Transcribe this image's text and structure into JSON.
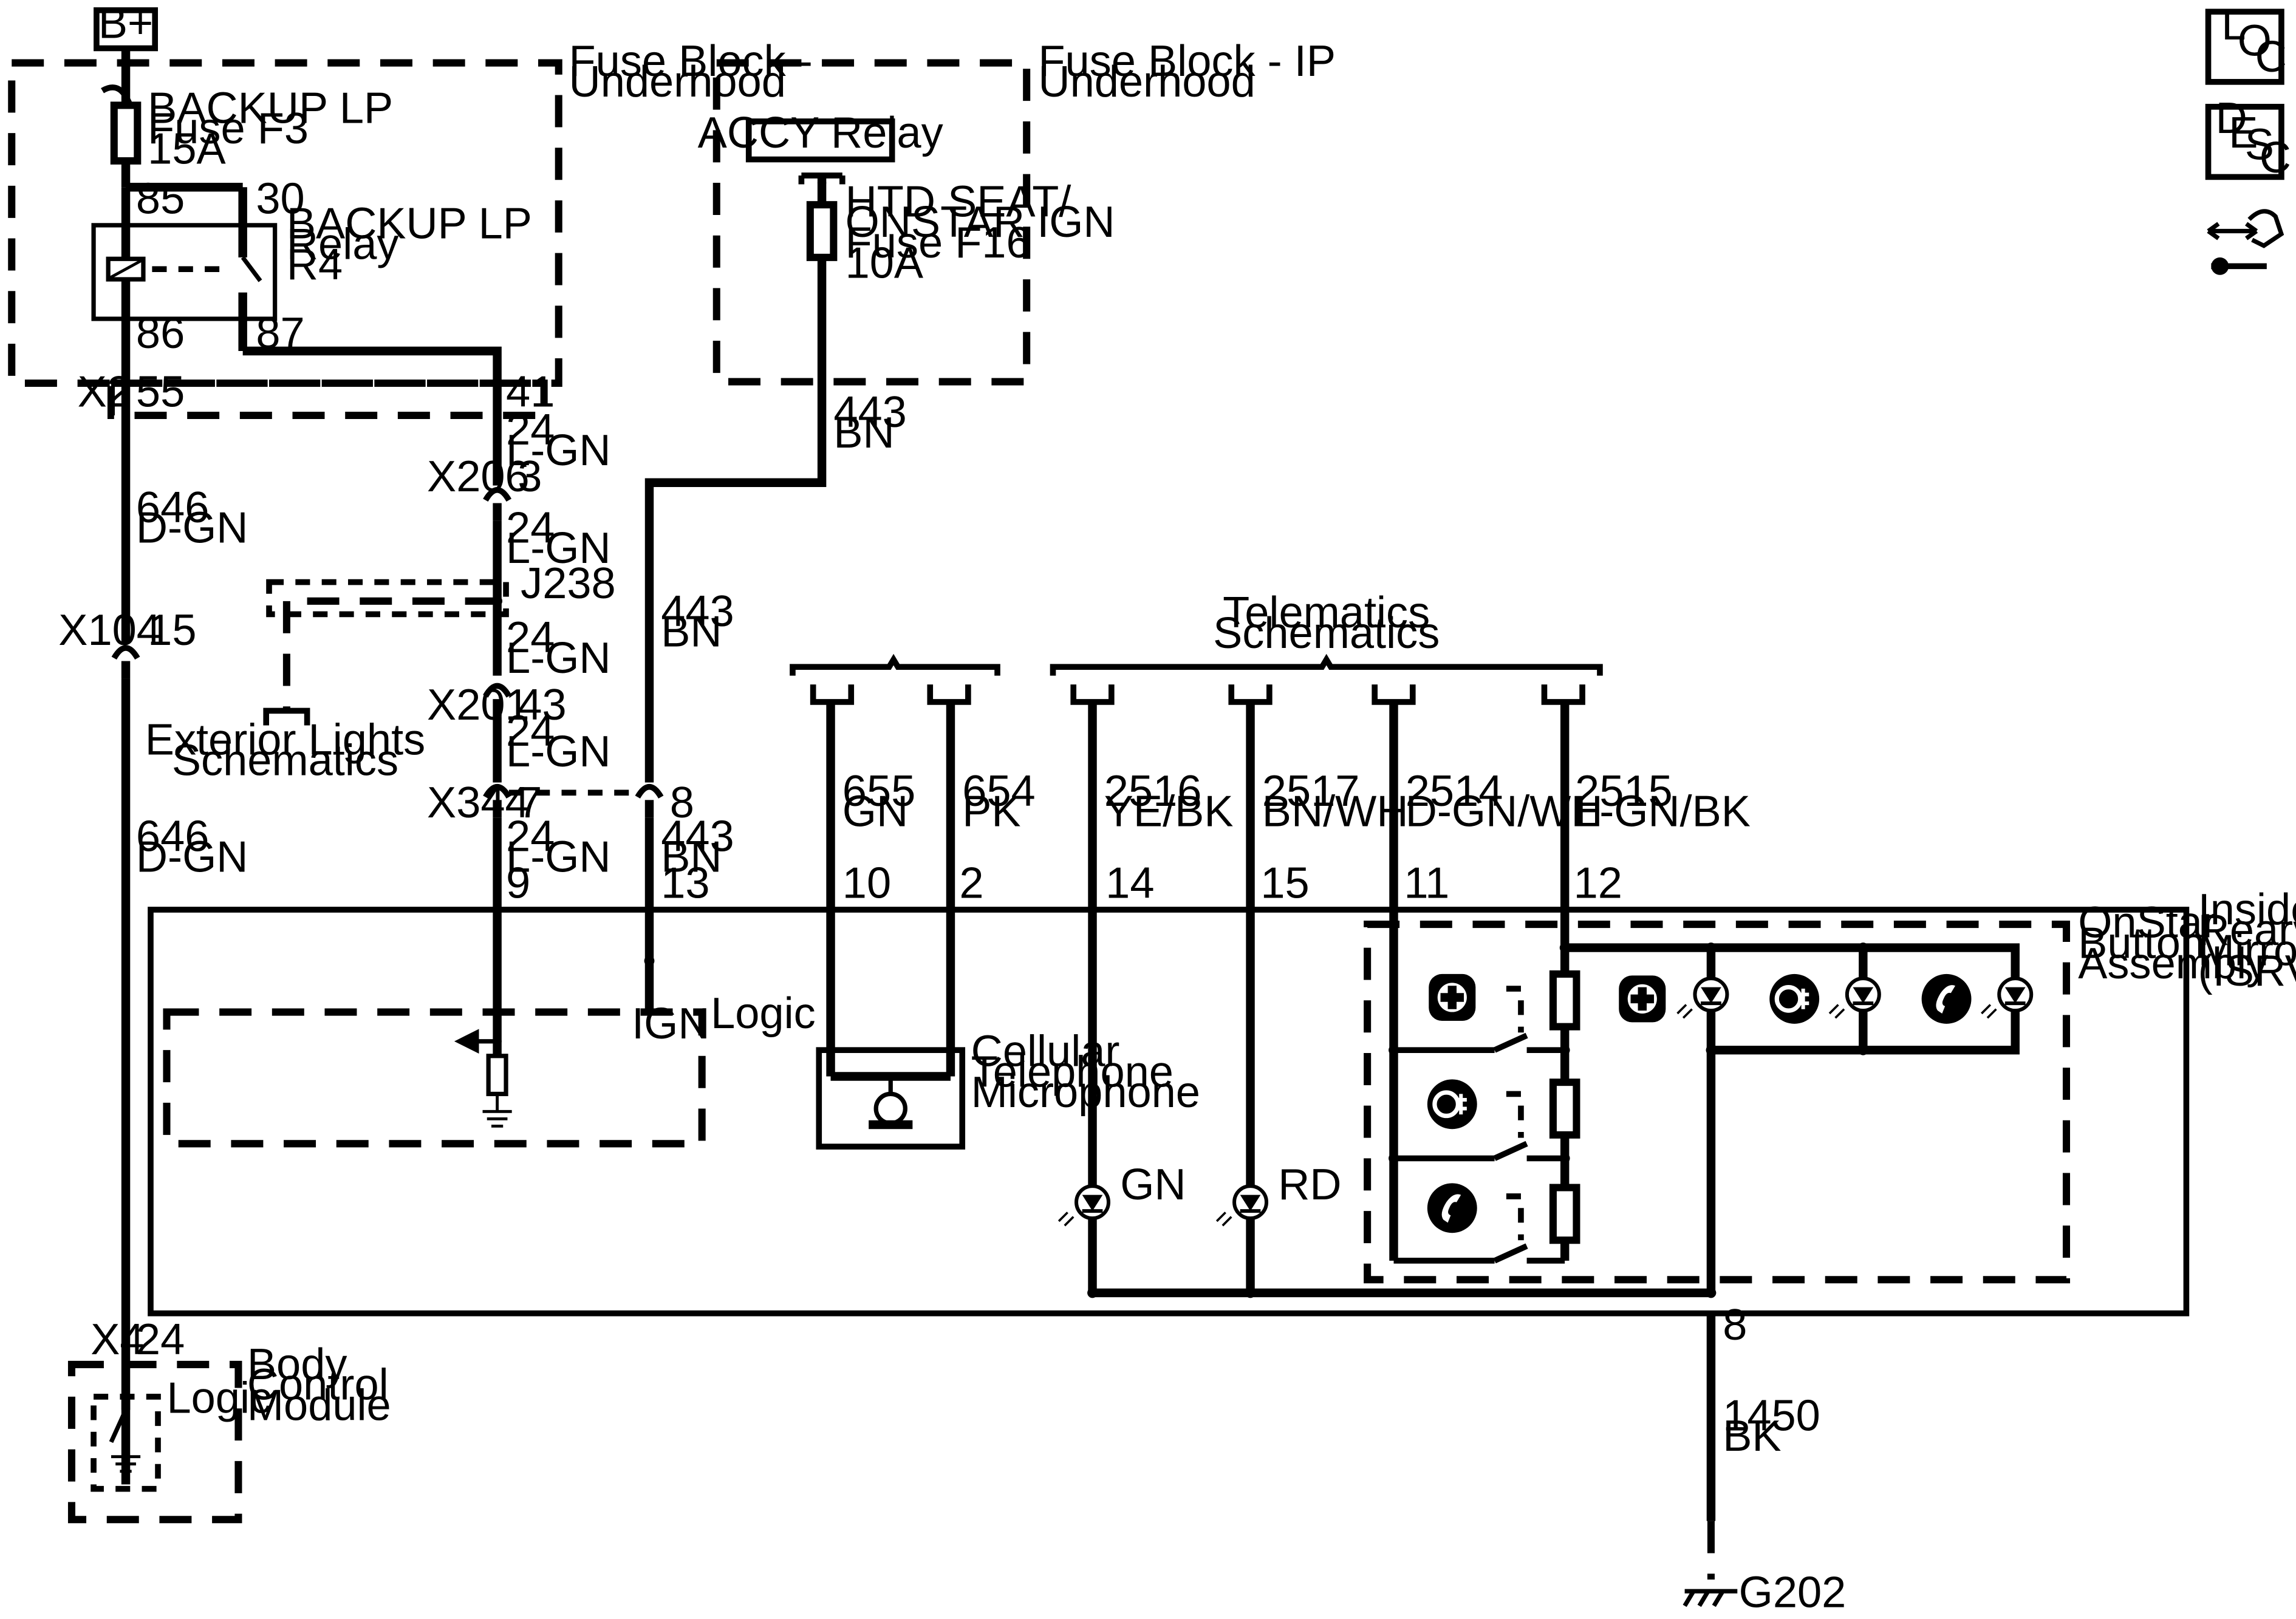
{
  "power": {
    "source": "B+"
  },
  "icons": {
    "loc": [
      "L",
      "O",
      "C"
    ],
    "desc": [
      "D",
      "E",
      "S",
      "C"
    ]
  },
  "fuse_block_underhood": {
    "label": [
      "Fuse Block -",
      "Underhood"
    ],
    "fuse_lines": [
      "BACKUP LP",
      "Fuse F3",
      "15A"
    ],
    "relay_lines": [
      "BACKUP LP",
      "Relay",
      "R4"
    ],
    "pins": {
      "p85": "85",
      "p30": "30",
      "p86": "86",
      "p87": "87"
    }
  },
  "fuse_block_ip": {
    "label": [
      "Fuse Block - IP",
      "Underhood"
    ],
    "relay": "ACCY Relay",
    "fuse_lines": [
      "HTD SEAT/",
      "ONSTAR IGN",
      "Fuse F16",
      "10A"
    ]
  },
  "connectors": {
    "x2": {
      "name": "X2",
      "left": "55",
      "right": "41"
    },
    "x206": {
      "name": "X206",
      "pin": "3"
    },
    "j238": {
      "name": "J238"
    },
    "x201": {
      "name": "X201",
      "pin": "43"
    },
    "x344": {
      "name": "X344",
      "left": "7",
      "right": "8"
    },
    "x104": {
      "name": "X104",
      "pin": "15"
    },
    "x4": {
      "name": "X4",
      "pin": "24"
    }
  },
  "wires": {
    "w646a": [
      "646",
      "D-GN"
    ],
    "w646b": [
      "646",
      "D-GN"
    ],
    "w24a": [
      "24",
      "L-GN"
    ],
    "w24b": [
      "24",
      "L-GN"
    ],
    "w24c": [
      "24",
      "L-GN"
    ],
    "w24d": [
      "24",
      "L-GN"
    ],
    "w24e": [
      "24",
      "L-GN"
    ],
    "w443a": [
      "443",
      "BN"
    ],
    "w443b": [
      "443",
      "BN"
    ],
    "w443c": [
      "443",
      "BN"
    ],
    "w655": [
      "655",
      "GN"
    ],
    "w654": [
      "654",
      "PK"
    ],
    "w2516": [
      "2516",
      "YE/BK"
    ],
    "w2517": [
      "2517",
      "BN/WH"
    ],
    "w2514": [
      "2514",
      "D-GN/WH"
    ],
    "w2515": [
      "2515",
      "L-GN/BK"
    ],
    "w1450": [
      "1450",
      "BK"
    ]
  },
  "mirror_pins": [
    "9",
    "13",
    "10",
    "2",
    "14",
    "15",
    "11",
    "12"
  ],
  "ground_pin": "8",
  "ground": "G202",
  "exterior_lights": [
    "Exterior Lights",
    "Schematics"
  ],
  "telematics": [
    "Telematics",
    "Schematics"
  ],
  "isrvm": {
    "label": [
      "Inside",
      "Rearview",
      "Mirror",
      "(ISRVM)"
    ],
    "logic": "Logic",
    "ign": "IGN",
    "microphone": [
      "Cellular",
      "Telephone",
      "Microphone"
    ],
    "led_gn": "GN",
    "led_rd": "RD",
    "onstar": [
      "OnStar",
      "Button",
      "Assembly"
    ]
  },
  "bcm": {
    "label": [
      "Body",
      "Control",
      "Module"
    ],
    "logic": "Logic"
  }
}
